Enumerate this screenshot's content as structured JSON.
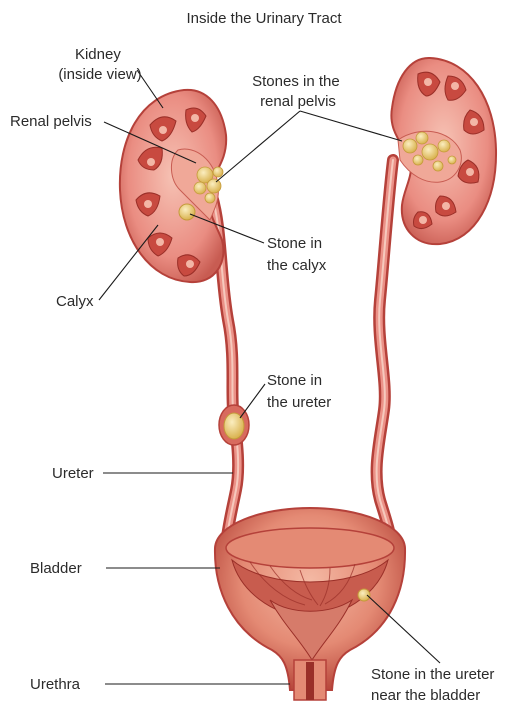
{
  "title": "Inside the Urinary Tract",
  "labels": {
    "kidney": [
      "Kidney",
      "(inside view)"
    ],
    "renal_pelvis": "Renal pelvis",
    "stones_renal_pelvis": [
      "Stones in the",
      "renal pelvis"
    ],
    "stone_calyx": [
      "Stone in",
      "the calyx"
    ],
    "calyx": "Calyx",
    "stone_ureter": [
      "Stone in",
      "the ureter"
    ],
    "ureter": "Ureter",
    "bladder": "Bladder",
    "stone_near_bladder": [
      "Stone in the ureter",
      "near the bladder"
    ],
    "urethra": "Urethra"
  },
  "colors": {
    "tissue": "#e8827a",
    "tissue_dark": "#b5413a",
    "tissue_light": "#f3b6a6",
    "calyx_inner": "#c84a40",
    "stone": "#f2d68a",
    "stone_dark": "#d9b24e"
  }
}
